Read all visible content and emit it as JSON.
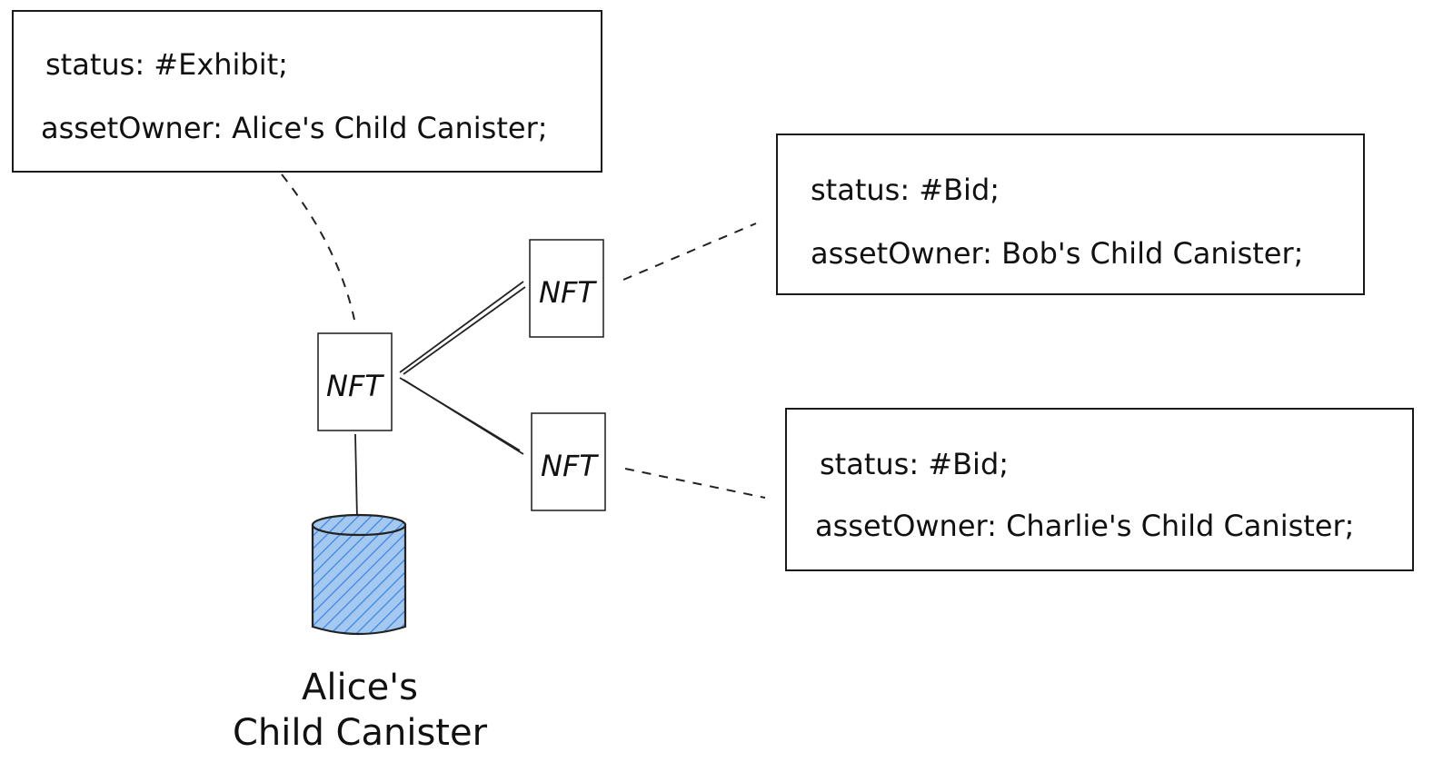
{
  "state_boxes": {
    "alice": {
      "status": "status: #Exhibit;",
      "owner": "assetOwner: Alice's Child Canister;"
    },
    "bob": {
      "status": "status: #Bid;",
      "owner": "assetOwner: Bob's Child Canister;"
    },
    "charlie": {
      "status": "status: #Bid;",
      "owner": "assetOwner: Charlie's Child Canister;"
    }
  },
  "nfts": {
    "main": "NFT",
    "bob": "NFT",
    "charlie": "NFT"
  },
  "canister": {
    "caption_line1": "Alice's",
    "caption_line2": "Child Canister",
    "fill_color": "#a5c8f0",
    "hatch_color": "#4a90e2"
  }
}
